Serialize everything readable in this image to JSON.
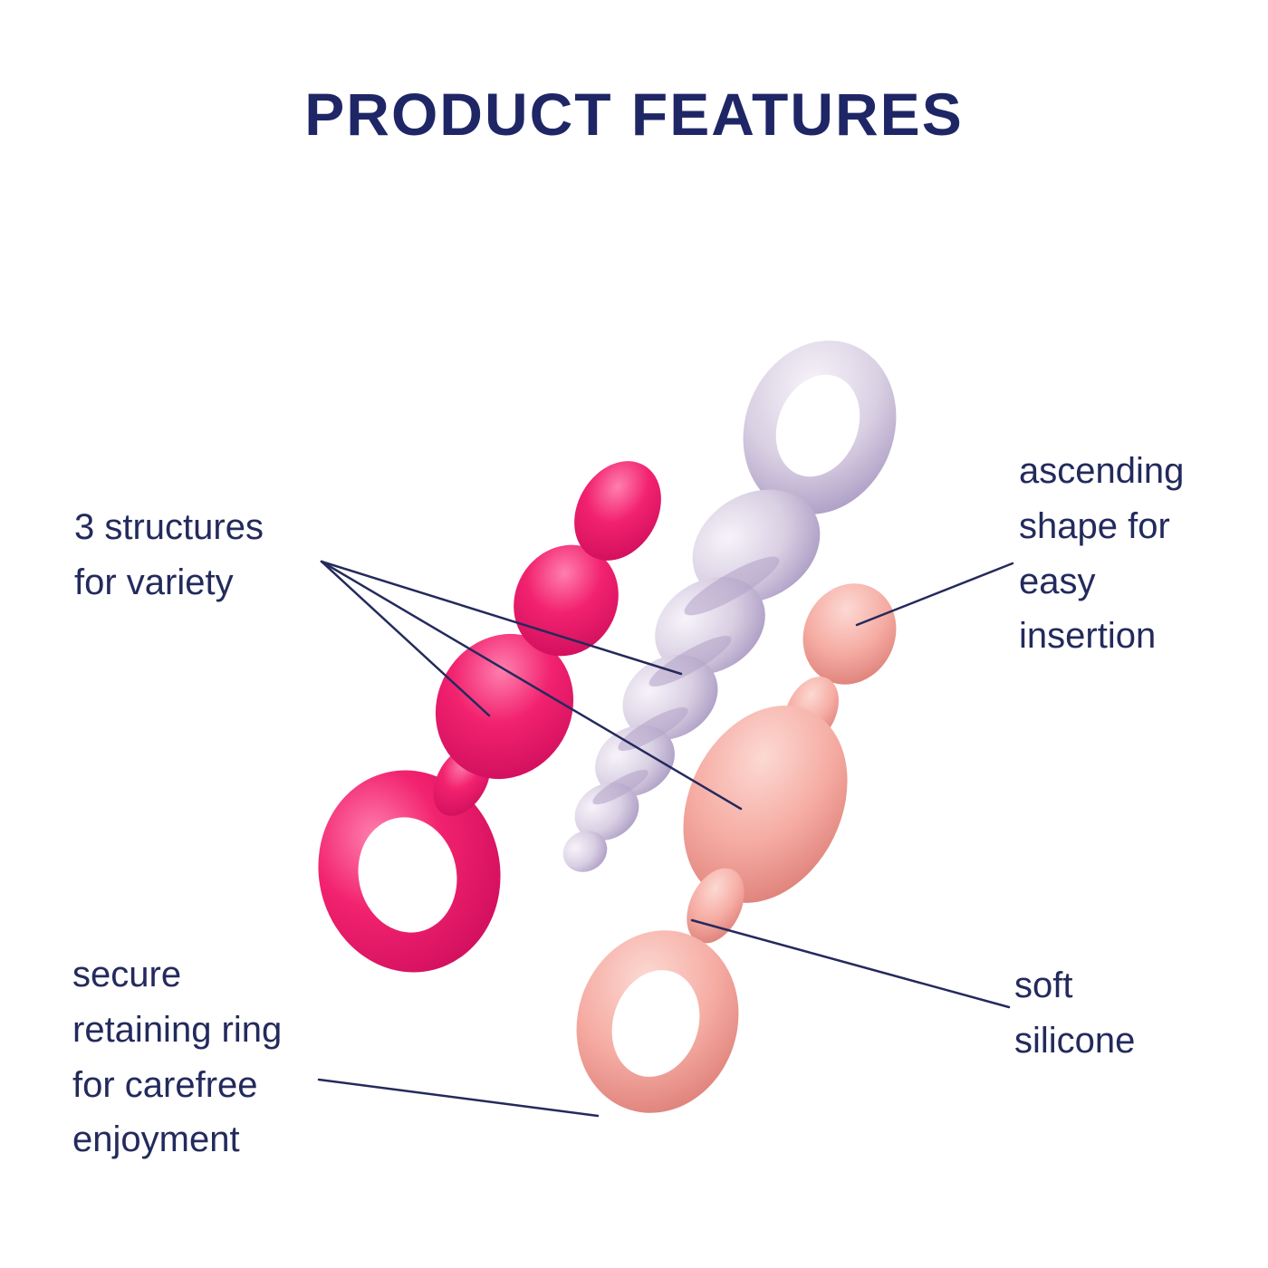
{
  "page": {
    "title": "PRODUCT FEATURES"
  },
  "labels": {
    "structures": "3 structures for variety",
    "ascending": "ascending shape for easy insertion",
    "retaining_ring": "secure retaining ring for carefree enjoyment",
    "soft_silicone": "soft silicone"
  },
  "illustration": {
    "products": [
      {
        "id": "pink-beaded-plug",
        "color": "#f2226f"
      },
      {
        "id": "lilac-spiral-plug",
        "color": "#d9d0e3"
      },
      {
        "id": "salmon-tapered-plug",
        "color": "#f5aba2"
      }
    ]
  },
  "palette": {
    "text": "#232a5c",
    "title": "#1f2666",
    "leader_line": "#232a5c",
    "background": "#ffffff"
  }
}
